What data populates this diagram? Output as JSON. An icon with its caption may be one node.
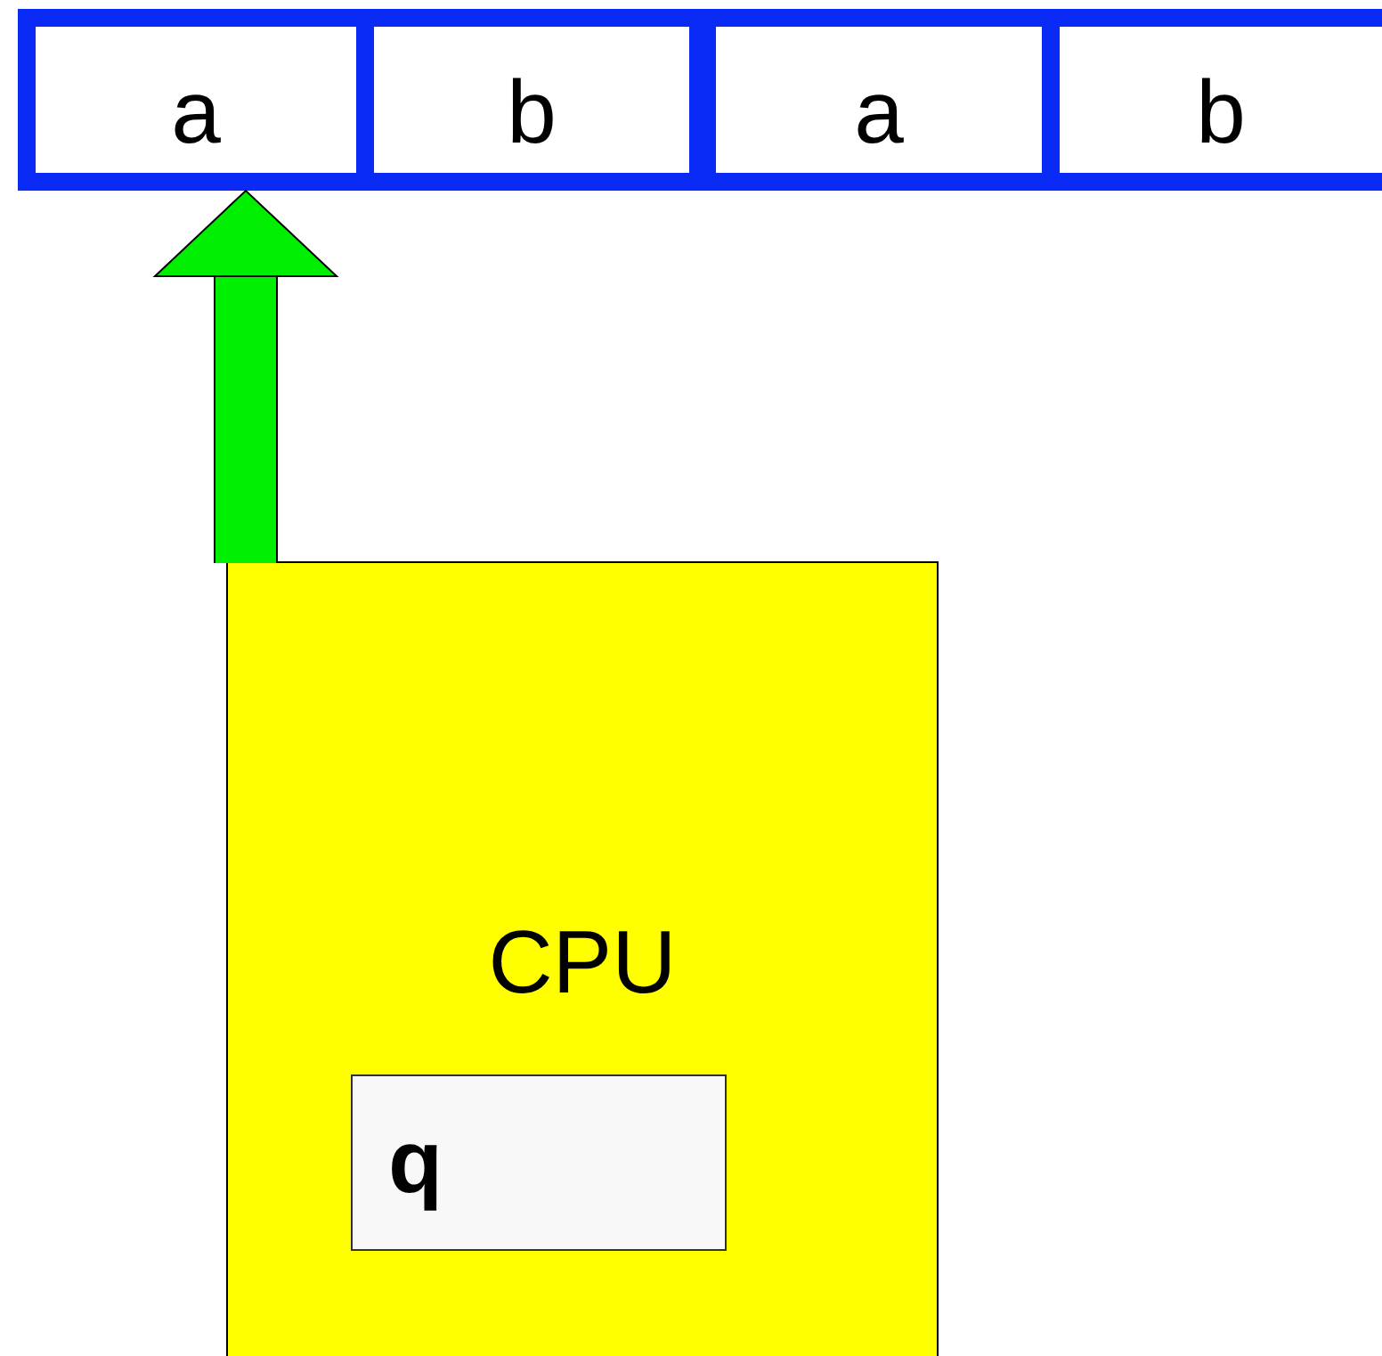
{
  "diagram": {
    "nodes": [
      {
        "text": [
          "a"
        ]
      },
      {
        "text": [
          "b"
        ]
      },
      {
        "text": [
          "a"
        ]
      },
      {
        "text": [
          "b"
        ]
      },
      {
        "text": [
          "CPU"
        ]
      },
      {
        "text": [
          "q"
        ],
        "in": 4
      }
    ],
    "edges": [
      {
        "from": 4,
        "to": 0,
        "arrow": "to"
      }
    ]
  }
}
